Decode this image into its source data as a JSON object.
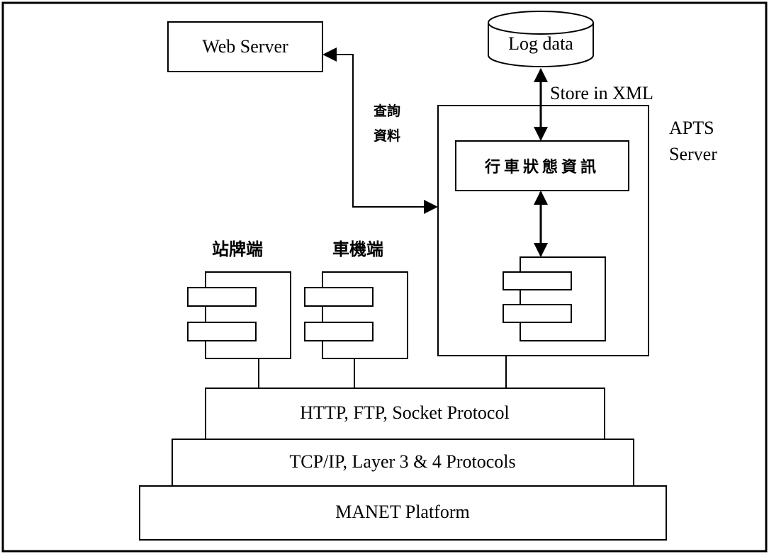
{
  "web_server": {
    "label": "Web Server"
  },
  "log_data": {
    "label": "Log data"
  },
  "store_label": "Store in XML",
  "query_label": {
    "line1": "查詢",
    "line2": "資料"
  },
  "apts_server": {
    "line1": "APTS",
    "line2": "Server"
  },
  "status_box": {
    "label": "行車狀態資訊"
  },
  "stop_client": {
    "label": "站牌端"
  },
  "vehicle_client": {
    "label": "車機端"
  },
  "protocol_layers": {
    "app": "HTTP, FTP, Socket Protocol",
    "transport": "TCP/IP, Layer 3 & 4 Protocols",
    "platform": "MANET Platform"
  }
}
